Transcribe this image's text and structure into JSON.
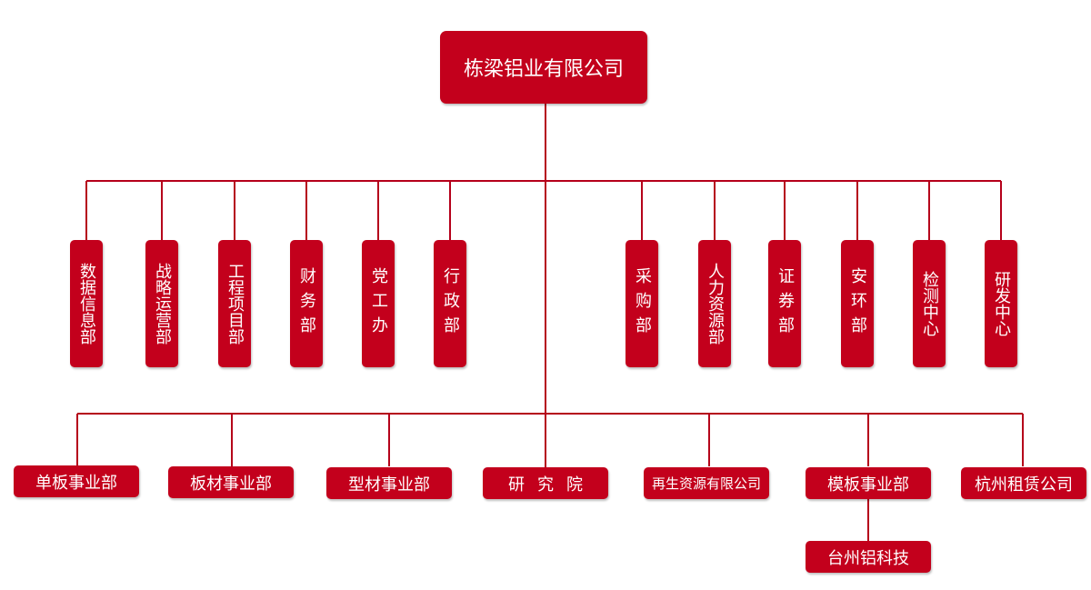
{
  "root": {
    "label": "栋梁铝业有限公司"
  },
  "departments": [
    {
      "id": "data",
      "label": "数据信息部"
    },
    {
      "id": "strategy",
      "label": "战略运营部"
    },
    {
      "id": "engineering",
      "label": "工程项目部"
    },
    {
      "id": "finance",
      "label": "财务部"
    },
    {
      "id": "party",
      "label": "党工办"
    },
    {
      "id": "admin",
      "label": "行政部"
    },
    {
      "id": "purchasing",
      "label": "采购部"
    },
    {
      "id": "hr",
      "label": "人力资源部"
    },
    {
      "id": "securities",
      "label": "证券部"
    },
    {
      "id": "safety",
      "label": "安环部"
    },
    {
      "id": "testing",
      "label": "检测中心"
    },
    {
      "id": "rnd-center",
      "label": "研发中心"
    }
  ],
  "divisions": [
    {
      "id": "single-panel",
      "label": "单板事业部"
    },
    {
      "id": "plate",
      "label": "板材事业部"
    },
    {
      "id": "profile",
      "label": "型材事业部"
    },
    {
      "id": "institute",
      "label": "研究院"
    },
    {
      "id": "recycling",
      "label": "再生资源有限公司"
    },
    {
      "id": "formwork",
      "label": "模板事业部"
    },
    {
      "id": "leasing",
      "label": "杭州租赁公司"
    }
  ],
  "subsidiaries": [
    {
      "id": "taizhou",
      "parent": "formwork",
      "label": "台州铝科技"
    }
  ]
}
